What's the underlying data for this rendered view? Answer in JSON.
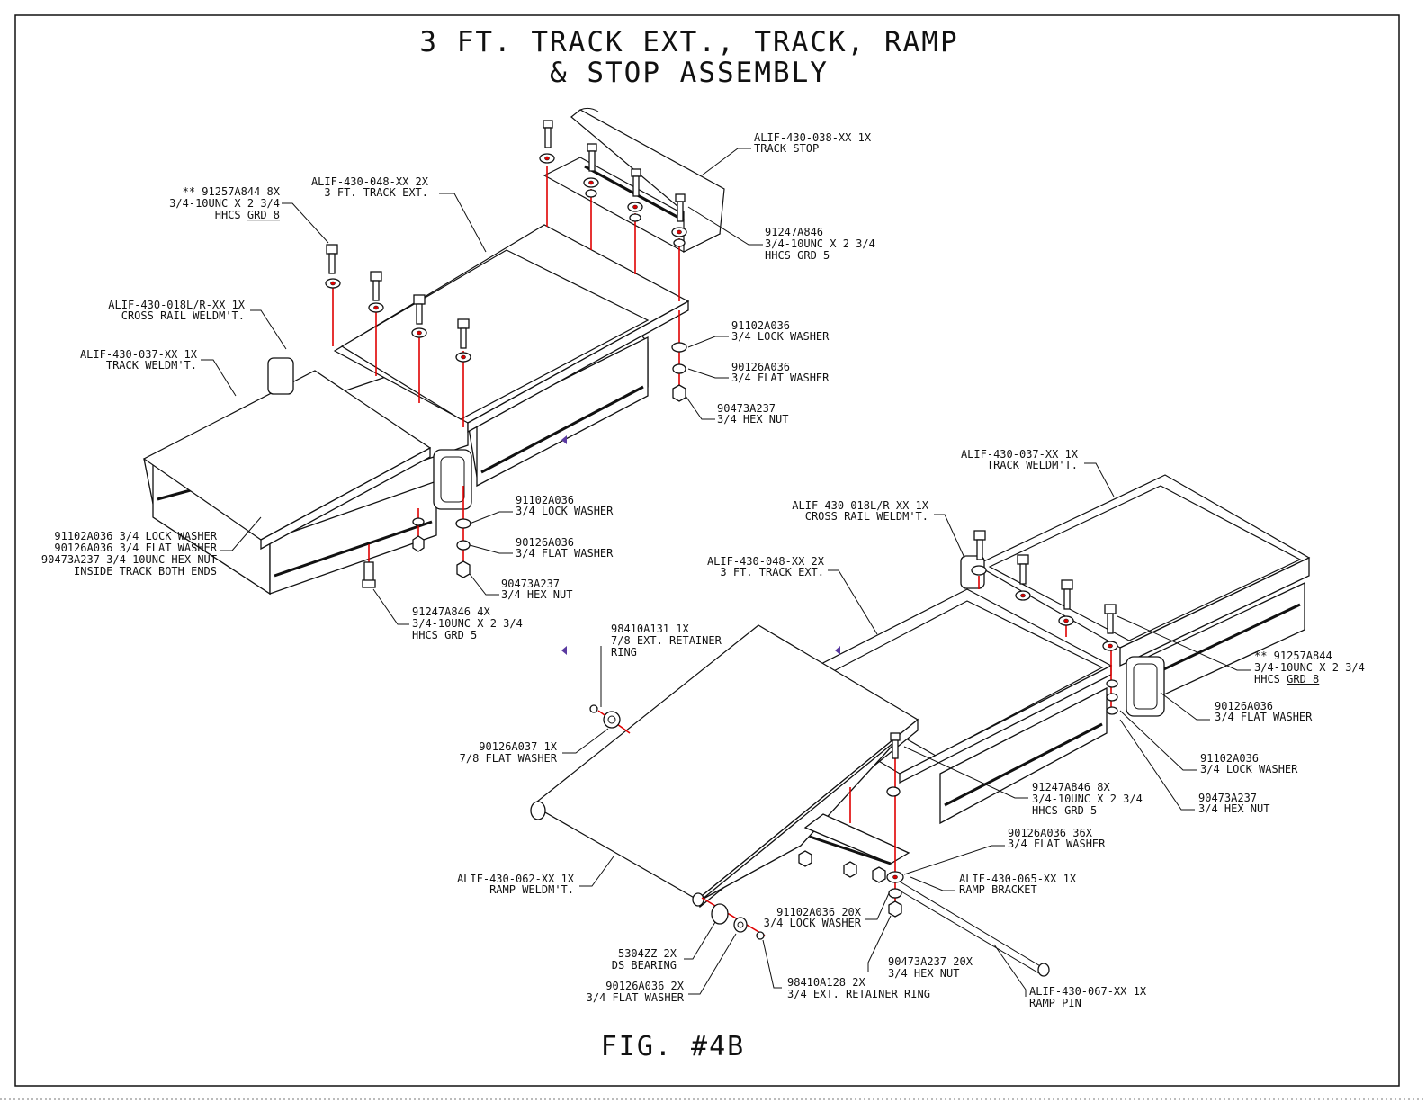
{
  "title": {
    "line1": "3 FT. TRACK EXT., TRACK, RAMP",
    "line2": "& STOP ASSEMBLY"
  },
  "figure_label": "FIG. #4B",
  "callouts_upper": {
    "track_stop": [
      "ALIF-430-038-XX  1X",
      "TRACK STOP"
    ],
    "track_ext": [
      "ALIF-430-048-XX  2X",
      "3 FT. TRACK EXT."
    ],
    "bolt_grd8": [
      "** 91257A844  8X",
      "3/4-10UNC X 2 3/4",
      "HHCS "
    ],
    "bolt_grd8_underlined": "GRD 8",
    "bolt_grd5_stop": [
      "91247A846",
      "3/4-10UNC X 2 3/4",
      "HHCS GRD 5"
    ],
    "cross_rail": [
      "ALIF-430-018L/R-XX  1X",
      "CROSS RAIL WELDM'T."
    ],
    "track_weldmt": [
      "ALIF-430-037-XX  1X",
      "TRACK WELDM'T."
    ],
    "lock_washer_a": [
      "91102A036",
      "3/4 LOCK WASHER"
    ],
    "flat_washer_a": [
      "90126A036",
      "3/4 FLAT WASHER"
    ],
    "hex_nut_a": [
      "90473A237",
      "3/4 HEX NUT"
    ],
    "inside_track": [
      "91102A036  3/4 LOCK WASHER",
      "90126A036  3/4 FLAT WASHER",
      "90473A237  3/4-10UNC HEX NUT",
      "INSIDE TRACK BOTH ENDS"
    ],
    "lock_washer_b": [
      "91102A036",
      "3/4 LOCK WASHER"
    ],
    "flat_washer_b": [
      "90126A036",
      "3/4 FLAT WASHER"
    ],
    "hex_nut_b": [
      "90473A237",
      "3/4 HEX NUT"
    ],
    "bolt_4x": [
      "91247A846  4X",
      "3/4-10UNC X 2 3/4",
      "HHCS GRD 5"
    ]
  },
  "callouts_lower": {
    "track_weldmt": [
      "ALIF-430-037-XX  1X",
      "TRACK WELDM'T."
    ],
    "cross_rail": [
      "ALIF-430-018L/R-XX  1X",
      "CROSS RAIL WELDM'T."
    ],
    "track_ext": [
      "ALIF-430-048-XX  2X",
      "3 FT. TRACK EXT."
    ],
    "retainer_78": [
      "98410A131  1X",
      "7/8 EXT. RETAINER",
      "RING"
    ],
    "bolt_grd8": [
      "** 91257A844",
      "3/4-10UNC X 2 3/4",
      "HHCS "
    ],
    "bolt_grd8_underlined": "GRD 8",
    "flat_washer_a": [
      "90126A036",
      "3/4 FLAT WASHER"
    ],
    "lock_washer_a": [
      "91102A036",
      "3/4 LOCK WASHER"
    ],
    "hex_nut_a": [
      "90473A237",
      "3/4 HEX NUT"
    ],
    "flat_washer_78": [
      "90126A037  1X",
      "7/8 FLAT WASHER"
    ],
    "bolt_8x": [
      "91247A846  8X",
      "3/4-10UNC X 2 3/4",
      "HHCS GRD 5"
    ],
    "flat_washer_36x": [
      "90126A036  36X",
      "3/4 FLAT WASHER"
    ],
    "ramp_bracket": [
      "ALIF-430-065-XX  1X",
      "RAMP BRACKET"
    ],
    "ramp_weldmt": [
      "ALIF-430-062-XX  1X",
      "RAMP WELDM'T."
    ],
    "lock_washer_20x": [
      "91102A036  20X",
      "3/4 LOCK WASHER"
    ],
    "bearing": [
      "5304ZZ  2X",
      "DS BEARING"
    ],
    "hex_nut_20x": [
      "90473A237  20X",
      "3/4 HEX NUT"
    ],
    "flat_washer_2x": [
      "90126A036  2X",
      "3/4 FLAT WASHER"
    ],
    "retainer_34": [
      "98410A128  2X",
      "3/4 EXT. RETAINER RING"
    ],
    "ramp_pin": [
      "ALIF-430-067-XX  1X",
      "RAMP PIN"
    ]
  }
}
